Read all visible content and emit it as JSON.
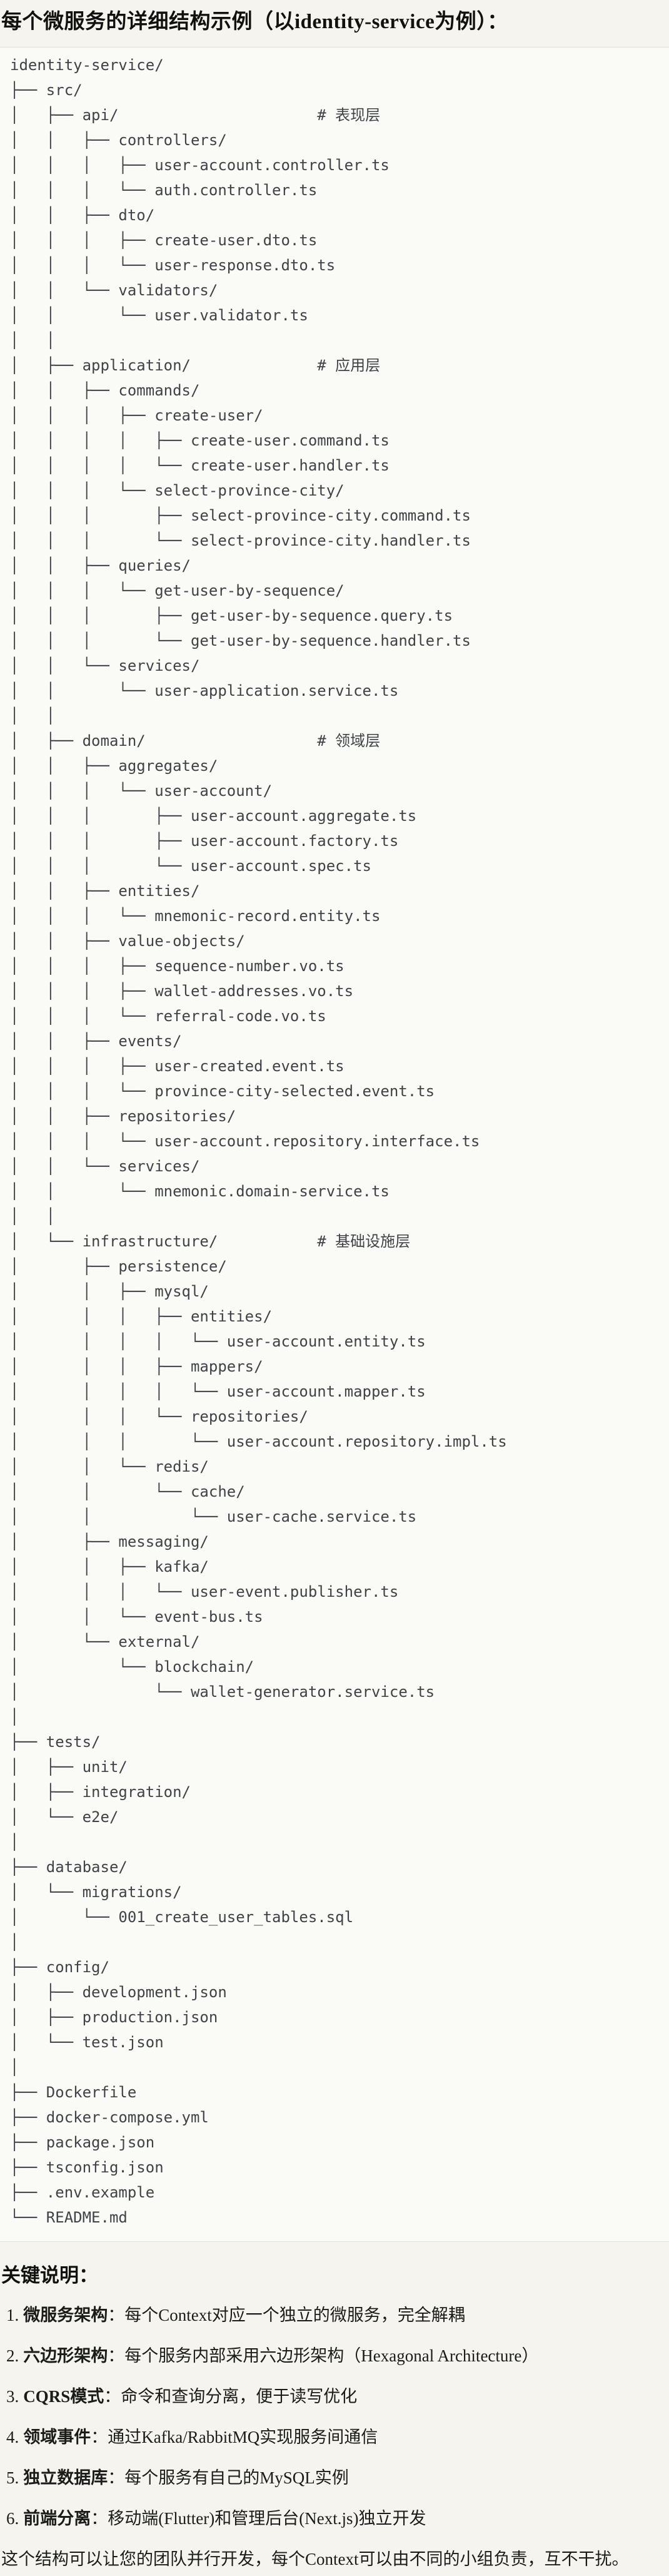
{
  "page": {
    "title": "每个微服务的详细结构示例（以identity-service为例）：",
    "colors": {
      "page_bg": "#f5f4ef",
      "code_bg": "#fafaf7",
      "code_border": "#e3e2dd",
      "tree_text": "#3f4347",
      "heading_text": "#111110"
    },
    "tree": {
      "lines": [
        "identity-service/",
        "├── src/",
        "│   ├── api/                      # 表现层",
        "│   │   ├── controllers/",
        "│   │   │   ├── user-account.controller.ts",
        "│   │   │   └── auth.controller.ts",
        "│   │   ├── dto/",
        "│   │   │   ├── create-user.dto.ts",
        "│   │   │   └── user-response.dto.ts",
        "│   │   └── validators/",
        "│   │       └── user.validator.ts",
        "│   │",
        "│   ├── application/              # 应用层",
        "│   │   ├── commands/",
        "│   │   │   ├── create-user/",
        "│   │   │   │   ├── create-user.command.ts",
        "│   │   │   │   └── create-user.handler.ts",
        "│   │   │   └── select-province-city/",
        "│   │   │       ├── select-province-city.command.ts",
        "│   │   │       └── select-province-city.handler.ts",
        "│   │   ├── queries/",
        "│   │   │   └── get-user-by-sequence/",
        "│   │   │       ├── get-user-by-sequence.query.ts",
        "│   │   │       └── get-user-by-sequence.handler.ts",
        "│   │   └── services/",
        "│   │       └── user-application.service.ts",
        "│   │",
        "│   ├── domain/                   # 领域层",
        "│   │   ├── aggregates/",
        "│   │   │   └── user-account/",
        "│   │   │       ├── user-account.aggregate.ts",
        "│   │   │       ├── user-account.factory.ts",
        "│   │   │       └── user-account.spec.ts",
        "│   │   ├── entities/",
        "│   │   │   └── mnemonic-record.entity.ts",
        "│   │   ├── value-objects/",
        "│   │   │   ├── sequence-number.vo.ts",
        "│   │   │   ├── wallet-addresses.vo.ts",
        "│   │   │   └── referral-code.vo.ts",
        "│   │   ├── events/",
        "│   │   │   ├── user-created.event.ts",
        "│   │   │   └── province-city-selected.event.ts",
        "│   │   ├── repositories/",
        "│   │   │   └── user-account.repository.interface.ts",
        "│   │   └── services/",
        "│   │       └── mnemonic.domain-service.ts",
        "│   │",
        "│   └── infrastructure/           # 基础设施层",
        "│       ├── persistence/",
        "│       │   ├── mysql/",
        "│       │   │   ├── entities/",
        "│       │   │   │   └── user-account.entity.ts",
        "│       │   │   ├── mappers/",
        "│       │   │   │   └── user-account.mapper.ts",
        "│       │   │   └── repositories/",
        "│       │   │       └── user-account.repository.impl.ts",
        "│       │   └── redis/",
        "│       │       └── cache/",
        "│       │           └── user-cache.service.ts",
        "│       ├── messaging/",
        "│       │   ├── kafka/",
        "│       │   │   └── user-event.publisher.ts",
        "│       │   └── event-bus.ts",
        "│       └── external/",
        "│           └── blockchain/",
        "│               └── wallet-generator.service.ts",
        "│",
        "├── tests/",
        "│   ├── unit/",
        "│   ├── integration/",
        "│   └── e2e/",
        "│",
        "├── database/",
        "│   └── migrations/",
        "│       └── 001_create_user_tables.sql",
        "│",
        "├── config/",
        "│   ├── development.json",
        "│   ├── production.json",
        "│   └── test.json",
        "│",
        "├── Dockerfile",
        "├── docker-compose.yml",
        "├── package.json",
        "├── tsconfig.json",
        "├── .env.example",
        "└── README.md"
      ]
    },
    "notes": {
      "heading": "关键说明：",
      "items": [
        {
          "num": "1.",
          "label": "微服务架构",
          "text": "：每个Context对应一个独立的微服务，完全解耦"
        },
        {
          "num": "2.",
          "label": "六边形架构",
          "text": "：每个服务内部采用六边形架构（Hexagonal Architecture）"
        },
        {
          "num": "3.",
          "label": "CQRS模式",
          "text": "：命令和查询分离，便于读写优化"
        },
        {
          "num": "4.",
          "label": "领域事件",
          "text": "：通过Kafka/RabbitMQ实现服务间通信"
        },
        {
          "num": "5.",
          "label": "独立数据库",
          "text": "：每个服务有自己的MySQL实例"
        },
        {
          "num": "6.",
          "label": "前端分离",
          "text": "：移动端(Flutter)和管理后台(Next.js)独立开发"
        }
      ],
      "footer": "这个结构可以让您的团队并行开发，每个Context可以由不同的小组负责，互不干扰。"
    }
  }
}
